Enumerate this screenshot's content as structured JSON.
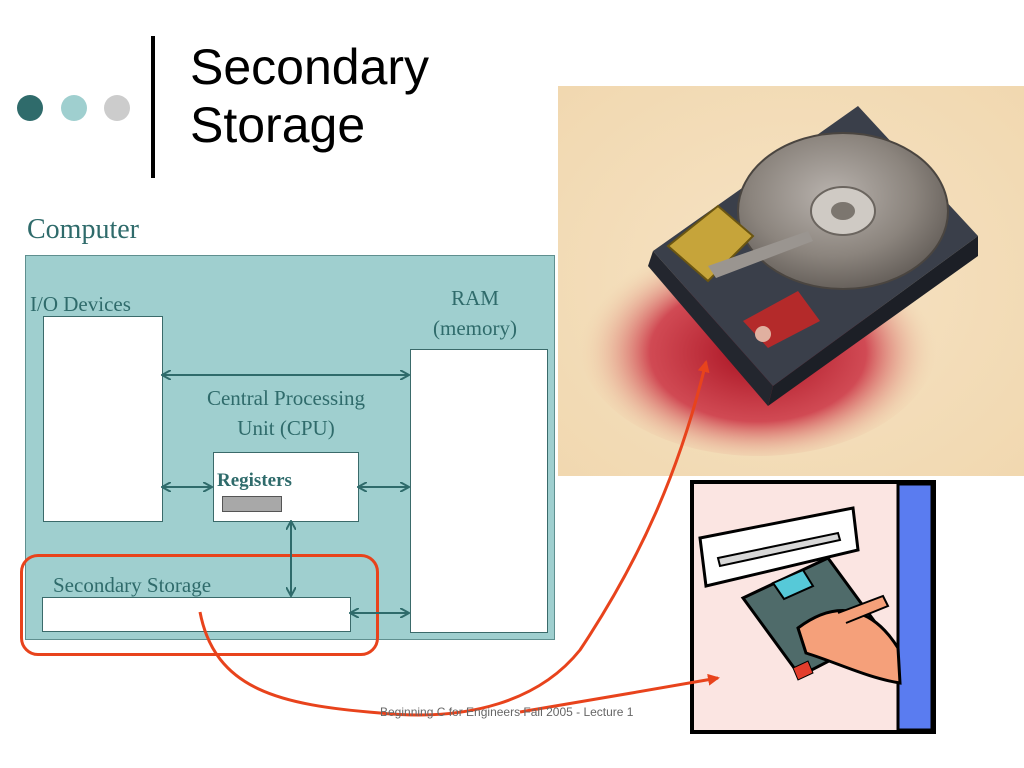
{
  "slide": {
    "title_line1": "Secondary",
    "title_line2": "Storage",
    "footer": "Beginning C for Engineers Fall 2005 - Lecture 1"
  },
  "diagram": {
    "computer_label": "Computer",
    "io_label": "I/O Devices",
    "ram_label_line1": "RAM",
    "ram_label_line2": "(memory)",
    "cpu_label_line1": "Central Processing",
    "cpu_label_line2": "Unit (CPU)",
    "registers_label": "Registers",
    "secondary_label": "Secondary Storage"
  },
  "images": {
    "hard_drive": "hard-drive-photo",
    "floppy": "floppy-disk-clipart"
  },
  "colors": {
    "panel": "#9fcfcf",
    "accent_text": "#2f6b6b",
    "highlight": "#e8431c",
    "dot1": "#2f6b6b",
    "dot2": "#9fcfcf",
    "dot3": "#cccccc"
  }
}
